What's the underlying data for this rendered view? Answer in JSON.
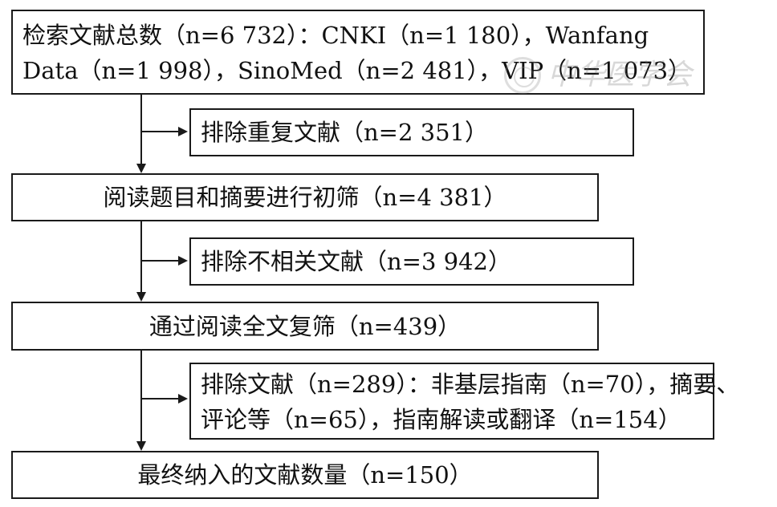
{
  "flowchart": {
    "search_box": {
      "line1": "检索文献总数（n=6 732）：CNKI（n=1 180），Wanfang",
      "line2": "Data（n=1 998），SinoMed（n=2 481），VIP（n=1 073）"
    },
    "exclude_duplicates": "排除重复文献（n=2 351）",
    "title_abstract_screening": "阅读题目和摘要进行初筛（n=4 381）",
    "exclude_irrelevant": "排除不相关文献（n=3 942）",
    "full_text_screening": "通过阅读全文复筛（n=439）",
    "exclude_fulltext": {
      "line1": "排除文献（n=289）：非基层指南（n=70），摘要、",
      "line2": "评论等（n=65），指南解读或翻译（n=154）"
    },
    "final_included": "最终纳入的文献数量（n=150）"
  },
  "watermark": {
    "text": "中华医学会"
  }
}
